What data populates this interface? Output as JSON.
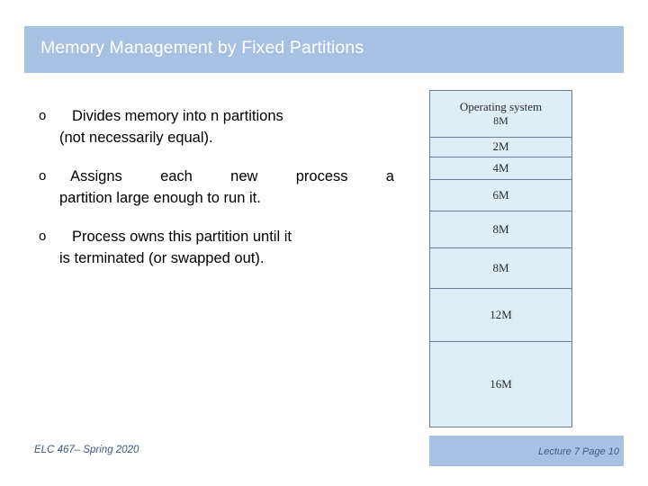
{
  "slide": {
    "title": "Memory Management by Fixed Partitions",
    "bullets": [
      {
        "marker": "o",
        "line1": "Divides memory into n partitions",
        "line2": "(not necessarily equal)."
      },
      {
        "marker": "o",
        "line1": "Assigns each new process a",
        "line2": "partition large enough to run it."
      },
      {
        "marker": "o",
        "line1": "Process owns this partition until it",
        "line2": "is terminated (or swapped out)."
      }
    ],
    "diagram": {
      "name": "fixed-partition-memory-diagram",
      "blocks": [
        {
          "label": "Operating system",
          "size": "8M",
          "height": 52
        },
        {
          "label": "",
          "size": "2M",
          "height": 22
        },
        {
          "label": "",
          "size": "4M",
          "height": 25
        },
        {
          "label": "",
          "size": "6M",
          "height": 35
        },
        {
          "label": "",
          "size": "8M",
          "height": 41
        },
        {
          "label": "",
          "size": "8M",
          "height": 45
        },
        {
          "label": "",
          "size": "12M",
          "height": 59
        },
        {
          "label": "",
          "size": "16M",
          "height": 94
        }
      ]
    },
    "footer": {
      "left": "ELC 467– Spring 2020",
      "right": "Lecture 7 Page 10"
    },
    "colors": {
      "title_band": "#a7c1e3",
      "title_text": "#ffffff",
      "diagram_fill": "#dfeef4",
      "diagram_border": "#6b7f95",
      "footer_text": "#3d5a80"
    }
  }
}
